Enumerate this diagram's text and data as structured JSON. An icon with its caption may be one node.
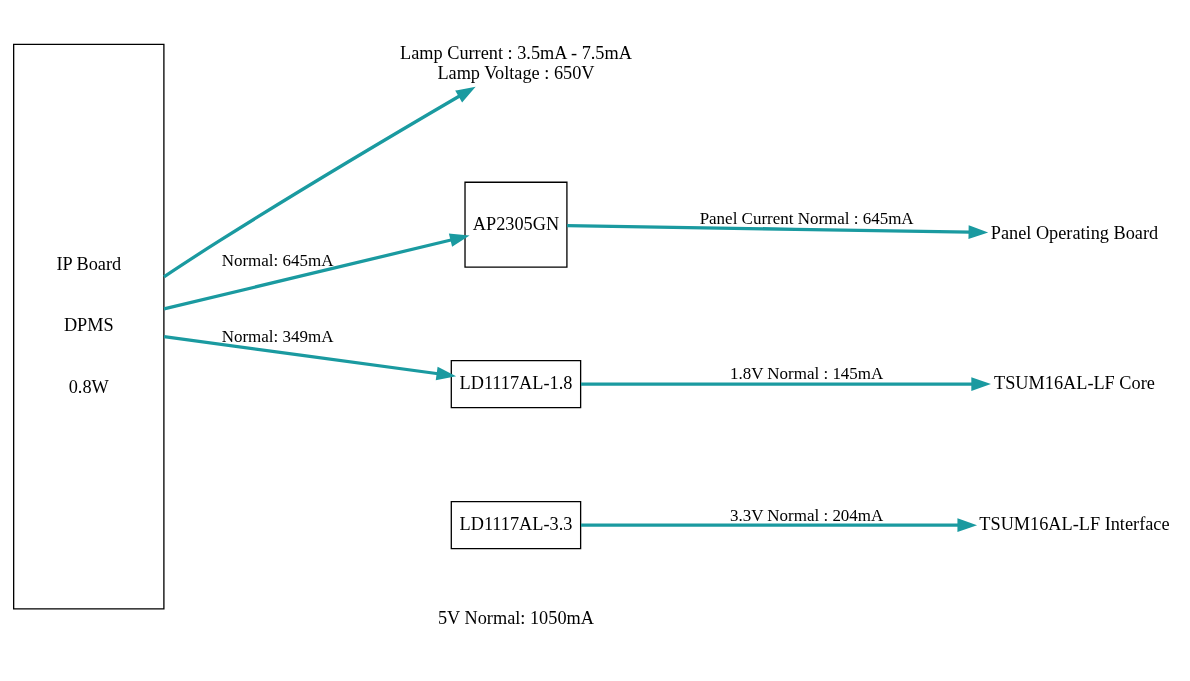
{
  "diagram": {
    "nodes": [
      {
        "text": [
          "IP Board",
          "DPMS",
          "0.8W"
        ]
      },
      {
        "text": [
          "Lamp Current : 3.5mA - 7.5mA",
          "Lamp Voltage : 650V"
        ]
      },
      {
        "text": [
          "AP2305GN"
        ]
      },
      {
        "text": [
          "LD1117AL-1.8"
        ]
      },
      {
        "text": [
          "LD1117AL-3.3"
        ]
      },
      {
        "text": [
          "Panel Operating Board"
        ]
      },
      {
        "text": [
          "TSUM16AL-LF Core"
        ]
      },
      {
        "text": [
          "TSUM16AL-LF Interface"
        ]
      }
    ],
    "edges": [
      {
        "from": 0,
        "to": 1,
        "arrow": "to"
      },
      {
        "from": 0,
        "to": 2,
        "arrow": "to",
        "label": "Normal: 645mA"
      },
      {
        "from": 0,
        "to": 3,
        "arrow": "to",
        "label": "Normal: 349mA"
      },
      {
        "from": 2,
        "to": 5,
        "arrow": "to",
        "label": "Panel Current Normal : 645mA"
      },
      {
        "from": 3,
        "to": 6,
        "arrow": "to",
        "label": "1.8V Normal : 145mA"
      },
      {
        "from": 4,
        "to": 7,
        "arrow": "to",
        "label": "3.3V Normal : 204mA"
      }
    ],
    "labels": [
      "5V Normal: 1050mA"
    ]
  }
}
